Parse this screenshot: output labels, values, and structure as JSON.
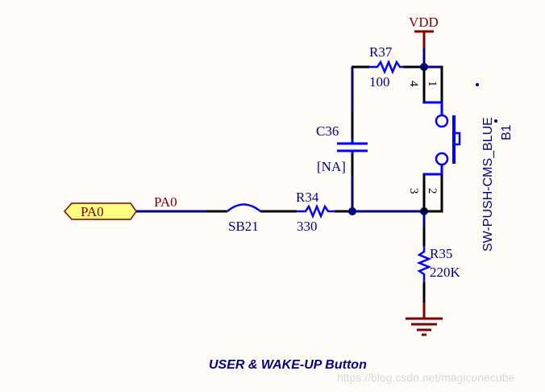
{
  "title": "USER & WAKE-UP Button",
  "watermark": "https://blog.csdn.net/magiconecube",
  "colors": {
    "wire": "#000080",
    "component": "#0000ff",
    "pin_body": "#000000",
    "power": "#800000",
    "port_fill": "#ffff80",
    "port_border": "#800000",
    "background": "#fffcf8"
  },
  "power": {
    "vdd_label": "VDD",
    "gnd_symbol": "ground-icon"
  },
  "port": {
    "label": "PA0",
    "net_label": "PA0"
  },
  "components": {
    "sb21": {
      "designator": "SB21"
    },
    "r34": {
      "designator": "R34",
      "value": "330"
    },
    "r37": {
      "designator": "R37",
      "value": "100"
    },
    "r35": {
      "designator": "R35",
      "value": "220K"
    },
    "c36": {
      "designator": "C36",
      "value": "[NA]"
    },
    "b1": {
      "designator": "B1",
      "part": "SW-PUSH-CMS_BLUE",
      "pins": {
        "p1": "1",
        "p2": "2",
        "p3": "3",
        "p4": "4"
      }
    }
  }
}
